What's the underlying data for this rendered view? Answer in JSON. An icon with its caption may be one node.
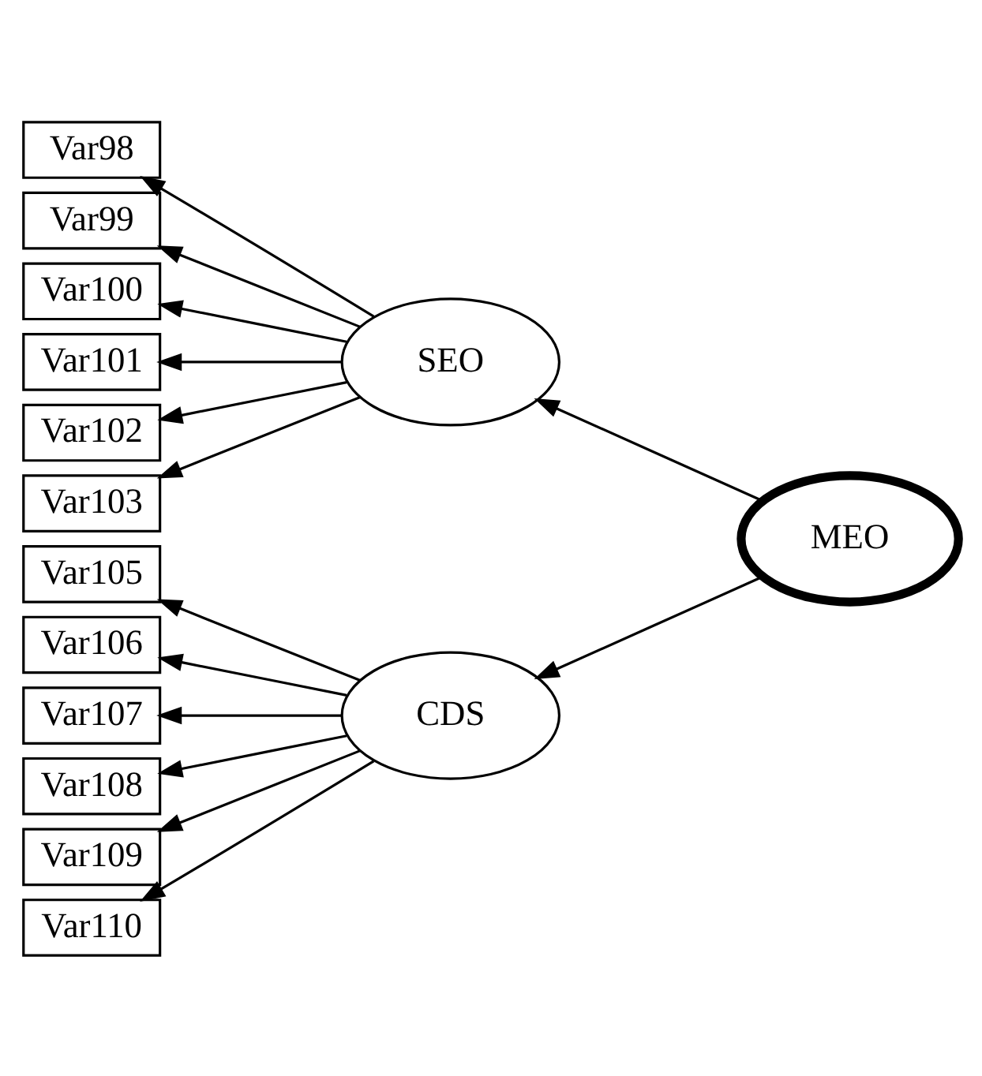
{
  "diagram": {
    "nodes": [
      {
        "text": [
          "SEO"
        ]
      },
      {
        "text": [
          "MEO"
        ]
      },
      {
        "text": [
          "CDS"
        ]
      },
      {
        "text": [
          "Var98"
        ]
      },
      {
        "text": [
          "Var99"
        ]
      },
      {
        "text": [
          "Var100"
        ]
      },
      {
        "text": [
          "Var101"
        ]
      },
      {
        "text": [
          "Var102"
        ]
      },
      {
        "text": [
          "Var103"
        ]
      },
      {
        "text": [
          "Var105"
        ]
      },
      {
        "text": [
          "Var106"
        ]
      },
      {
        "text": [
          "Var107"
        ]
      },
      {
        "text": [
          "Var108"
        ]
      },
      {
        "text": [
          "Var109"
        ]
      },
      {
        "text": [
          "Var110"
        ]
      }
    ],
    "edges": [
      {
        "from": 1,
        "to": 0,
        "arrow": "to"
      },
      {
        "from": 1,
        "to": 2,
        "arrow": "to"
      },
      {
        "from": 0,
        "to": 3,
        "arrow": "to"
      },
      {
        "from": 0,
        "to": 4,
        "arrow": "to"
      },
      {
        "from": 0,
        "to": 5,
        "arrow": "to"
      },
      {
        "from": 0,
        "to": 6,
        "arrow": "to"
      },
      {
        "from": 0,
        "to": 7,
        "arrow": "to"
      },
      {
        "from": 0,
        "to": 8,
        "arrow": "to"
      },
      {
        "from": 2,
        "to": 9,
        "arrow": "to"
      },
      {
        "from": 2,
        "to": 10,
        "arrow": "to"
      },
      {
        "from": 2,
        "to": 11,
        "arrow": "to"
      },
      {
        "from": 2,
        "to": 12,
        "arrow": "to"
      },
      {
        "from": 2,
        "to": 13,
        "arrow": "to"
      },
      {
        "from": 2,
        "to": 14,
        "arrow": "to"
      }
    ]
  }
}
